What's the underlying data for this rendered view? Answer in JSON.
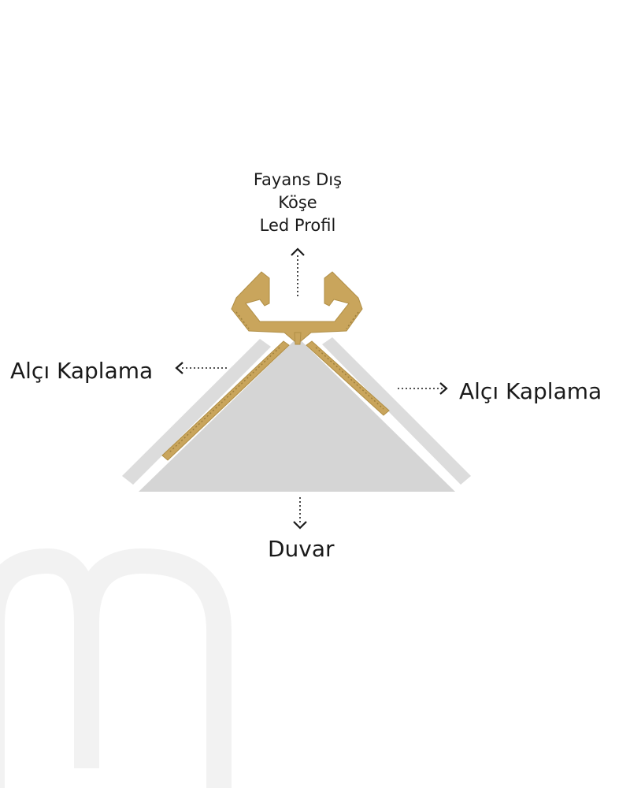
{
  "profile_label": {
    "line1": "Fayans Dış",
    "line2": "Köşe",
    "line3": "Led Profil"
  },
  "left_label": "Alçı Kaplama",
  "right_label": "Alçı Kaplama",
  "bottom_label": "Duvar",
  "colors": {
    "background": "#ffffff",
    "wall": "#d5d5d5",
    "plaster": "#dcdcdc",
    "profile": "#c9a55c",
    "profile_outline": "#b08e45",
    "arrow": "#1a1a1a",
    "watermark": "#f2f2f2",
    "text": "#1a1a1a"
  },
  "icons": {
    "watermark": "m-logo-watermark",
    "arrows": "dotted-arrow"
  }
}
